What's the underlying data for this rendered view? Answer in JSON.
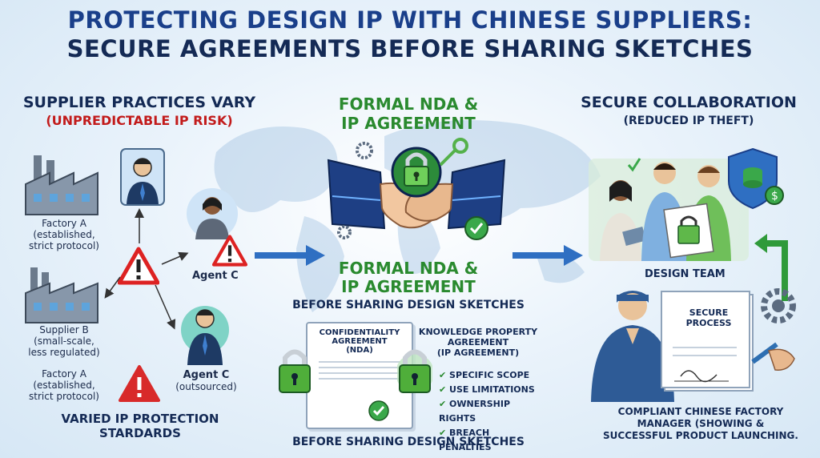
{
  "title": {
    "line1": "PROTECTING DESIGN IP WITH CHINESE SUPPLIERS:",
    "line2": "SECURE AGREEMENTS BEFORE SHARING SKETCHES"
  },
  "left": {
    "heading": "SUPPLIER PRACTICES VARY",
    "subheading": "(UNPREDICTABLE IP RISK)",
    "factory_a_top": {
      "name": "Factory A",
      "line1": "(established,",
      "line2": "strict protocol)"
    },
    "supplier_b": {
      "name": "Supplier B",
      "line1": "(small-scale,",
      "line2": "less regulated)"
    },
    "factory_a_bottom": {
      "name": "Factory A",
      "line1": "(established,",
      "line2": "strict protocol)"
    },
    "agent_c_mid": "Agent C",
    "agent_c_bottom": {
      "name": "Agent C",
      "line1": "(outsourced)"
    },
    "footer_line1": "VARIED IP PROTECTION",
    "footer_line2": "STARDARDS"
  },
  "center": {
    "top_heading_line1": "FORMAL NDA &",
    "top_heading_line2": "IP AGREEMENT",
    "mid_heading_line1": "FORMAL NDA &",
    "mid_heading_line2": "IP AGREEMENT",
    "caption": "BEFORE SHARING DESIGN SKETCHES",
    "doc_title_line1": "CONFIDENTIALITY",
    "doc_title_line2": "AGREEMENT",
    "doc_title_line3": "(NDA)",
    "kp_line1": "KNOWLEDGE PROPERTY",
    "kp_line2": "AGREEMENT",
    "kp_line3": "(IP AGREEMENT)",
    "checklist": [
      "SPECIFIC SCOPE",
      "USE LIMITATIONS",
      "OWNERSHIP RIGHTS",
      "BREACH PENALTIES"
    ],
    "bottom_caption": "BEFORE SHARING DESIGN SKETCHES"
  },
  "right": {
    "heading": "SECURE COLLABORATION",
    "subheading": "(REDUCED IP THEFT)",
    "design_team": "DESIGN TEAM",
    "doc_line1": "SECURE",
    "doc_line2": "PROCESS",
    "footer_line1": "COMPLIANT CHINESE FACTORY",
    "footer_line2": "MANAGER (SHOWING &",
    "footer_line3": "SUCCESSFUL PRODUCT LAUNCHING."
  },
  "colors": {
    "navy": "#142a55",
    "title_blue": "#1a3f8a",
    "green": "#2a8a2f",
    "red": "#c21b1b",
    "accent_blue": "#2f6fc2"
  }
}
